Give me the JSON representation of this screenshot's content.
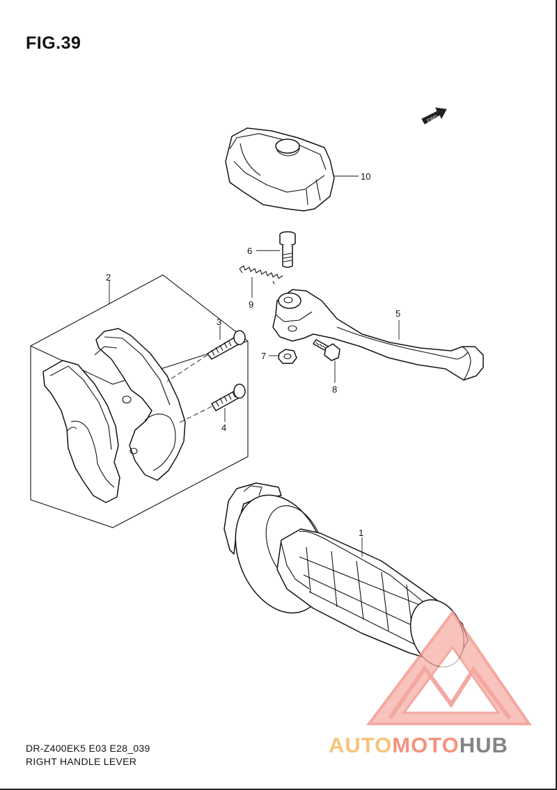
{
  "figure": {
    "title": "FIG.39",
    "model_code": "DR-Z400EK5 E03 E28_039",
    "name": "RIGHT HANDLE LEVER"
  },
  "fwd_arrow_label": "FWD",
  "callouts": {
    "c1": "1",
    "c2": "2",
    "c3": "3",
    "c4": "4",
    "c5": "5",
    "c6": "6",
    "c7": "7",
    "c8": "8",
    "c9": "9",
    "c10": "10"
  },
  "watermark": {
    "part_a": "AUTO",
    "part_b": "MOTO",
    "part_c": "HUB",
    "colors": {
      "triangle": "#f08c82",
      "auto": "#f5b45a",
      "moto": "#f06e50",
      "hub": "#6e6e6e"
    }
  }
}
